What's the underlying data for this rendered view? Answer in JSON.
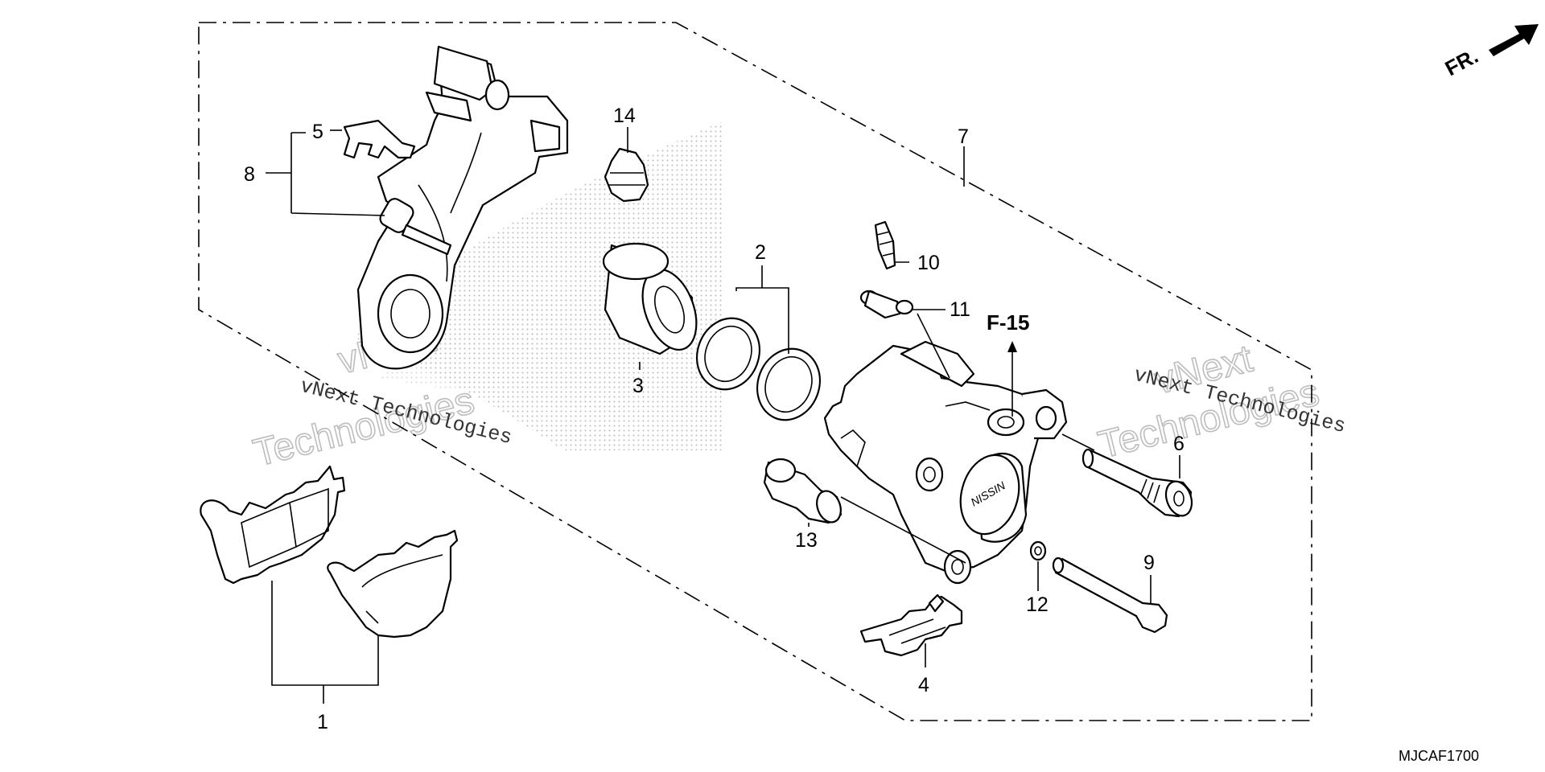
{
  "callouts": {
    "c1": "1",
    "c2": "2",
    "c3": "3",
    "c4": "4",
    "c5": "5",
    "c6": "6",
    "c7": "7",
    "c8": "8",
    "c9": "9",
    "c10": "10",
    "c11": "11",
    "c12": "12",
    "c13": "13",
    "c14": "14"
  },
  "reference": "F-15",
  "direction": "FR.",
  "diagram_code": "MJCAF1700",
  "watermarks": {
    "mono_text": "vNext Technologies",
    "outline_line1": "vNext",
    "outline_line2": "Technologies"
  }
}
